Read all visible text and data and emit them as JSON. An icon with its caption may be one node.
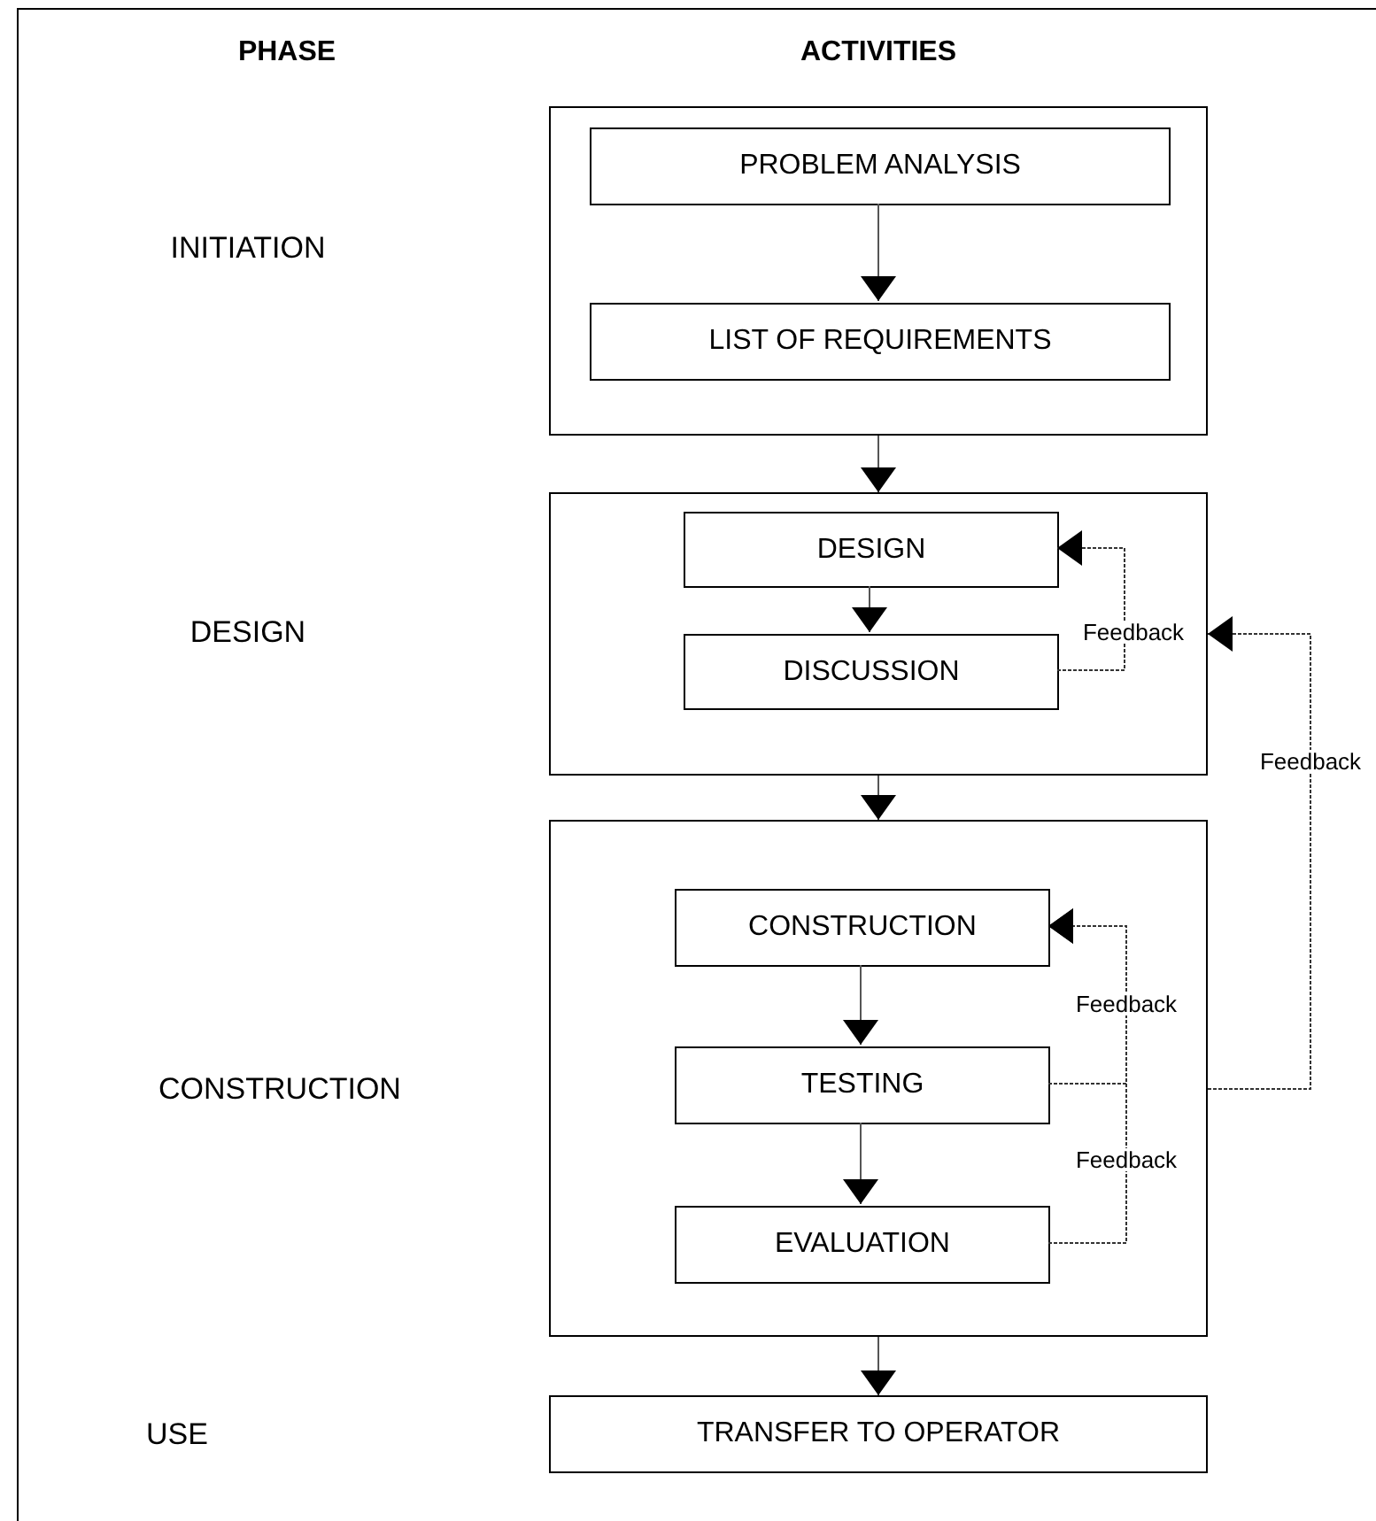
{
  "diagram": {
    "nodes": [
      {
        "text": [],
        "shape": "box"
      },
      {
        "text": [
          "PROBLEM ANALYSIS"
        ],
        "in": 0
      },
      {
        "text": [
          "LIST OF REQUIREMENTS"
        ],
        "in": 0
      },
      {
        "text": [],
        "shape": "box"
      },
      {
        "text": [
          "DESIGN"
        ],
        "in": 3
      },
      {
        "text": [
          "DISCUSSION"
        ],
        "in": 3
      },
      {
        "text": [],
        "shape": "box"
      },
      {
        "text": [
          "CONSTRUCTION"
        ],
        "in": 6
      },
      {
        "text": [
          "TESTING"
        ],
        "in": 6
      },
      {
        "text": [
          "EVALUATION"
        ],
        "in": 6
      },
      {
        "text": [
          "TRANSFER TO OPERATOR"
        ]
      }
    ],
    "edges": [
      {
        "from": 1,
        "to": 2,
        "arrow": "to"
      },
      {
        "from": 0,
        "to": 3,
        "arrow": "to"
      },
      {
        "from": 4,
        "to": 5,
        "arrow": "to"
      },
      {
        "from": 5,
        "to": 4,
        "arrow": "to",
        "label": "Feedback",
        "style": "dashed"
      },
      {
        "from": 6,
        "to": 3,
        "arrow": "to",
        "label": "Feedback",
        "style": "dashed"
      },
      {
        "from": 3,
        "to": 6,
        "arrow": "to"
      },
      {
        "from": 7,
        "to": 8,
        "arrow": "to"
      },
      {
        "from": 8,
        "to": 9,
        "arrow": "to"
      },
      {
        "from": 8,
        "to": 7,
        "arrow": "to",
        "label": "Feedback",
        "style": "dashed"
      },
      {
        "from": 9,
        "to": 7,
        "arrow": "to",
        "label": "Feedback",
        "style": "dashed"
      },
      {
        "from": 6,
        "to": 10,
        "arrow": "to"
      }
    ],
    "labels": [
      "PHASE",
      "ACTIVITIES",
      "INITIATION",
      "DESIGN",
      "CONSTRUCTION",
      "USE"
    ]
  }
}
